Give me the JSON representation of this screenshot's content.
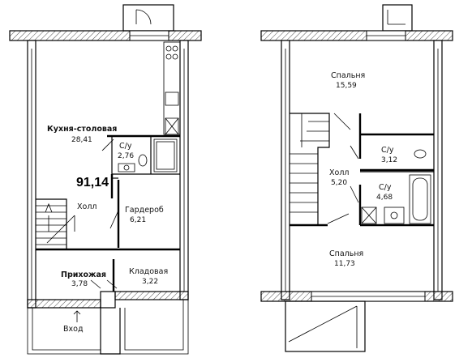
{
  "total_area": "91,14",
  "entrance": {
    "label": "Вход"
  },
  "floor1": {
    "rooms": [
      {
        "name": "Кухня-столовая",
        "area": "28,41"
      },
      {
        "name": "С/у",
        "area": "2,76"
      },
      {
        "name": "Холл",
        "area": ""
      },
      {
        "name": "Гардероб",
        "area": "6,21"
      },
      {
        "name": "Прихожая",
        "area": "3,78"
      },
      {
        "name": "Кладовая",
        "area": "3,22"
      }
    ]
  },
  "floor2": {
    "rooms": [
      {
        "name": "Спальня",
        "area": "15,59"
      },
      {
        "name": "С/у",
        "area": "3,12"
      },
      {
        "name": "Холл",
        "area": "5,20"
      },
      {
        "name": "С/у",
        "area": "4,68"
      },
      {
        "name": "Спальня",
        "area": "11,73"
      }
    ]
  }
}
